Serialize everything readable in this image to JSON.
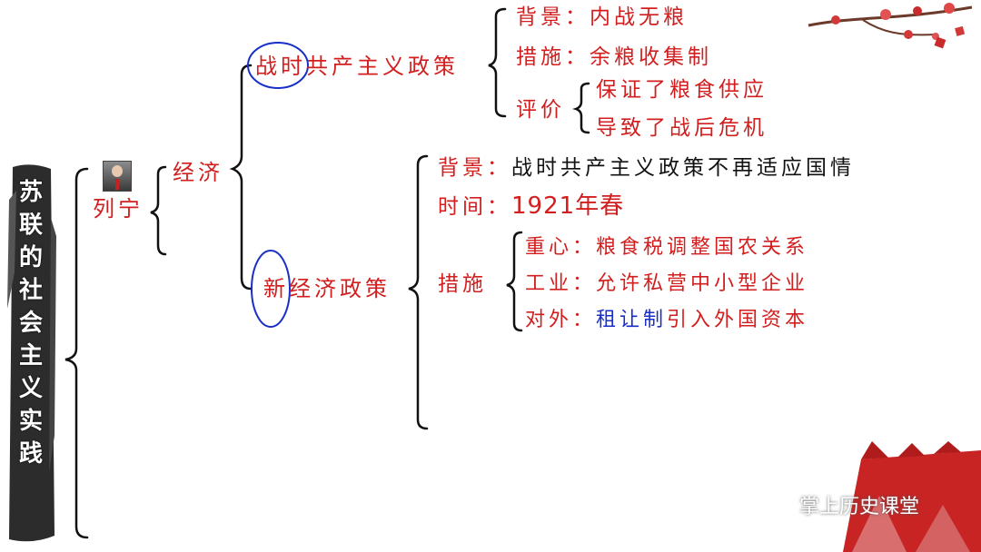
{
  "banner": {
    "chars": [
      "苏",
      "联",
      "的",
      "社",
      "会",
      "主",
      "义",
      "实",
      "践"
    ]
  },
  "root": {
    "label": "列宁"
  },
  "economy": {
    "label": "经济"
  },
  "war_communism": {
    "label_prefix": "战时",
    "label_suffix": "共产主义政策",
    "background_label": "背景：",
    "background_value": "内战无粮",
    "measure_label": "措施：",
    "measure_value": "余粮收集制",
    "eval_label": "评价",
    "eval_items": [
      "保证了粮食供应",
      "导致了战后危机"
    ]
  },
  "nep": {
    "label_prefix": "新",
    "label_suffix": "经济政策",
    "background_label": "背景：",
    "background_value": "战时共产主义政策不再适应国情",
    "time_label": "时间：",
    "time_value": "1921年春",
    "measure_label": "措施",
    "measures": [
      {
        "label": "重心：",
        "value": "粮食税调整国农关系"
      },
      {
        "label": "工业：",
        "value": "允许私营中小型企业"
      },
      {
        "label": "对外：",
        "value_highlight": "租让制",
        "value_rest": "引入外国资本"
      }
    ]
  },
  "watermark": {
    "text": "掌上历史课堂"
  },
  "colors": {
    "accent_red": "#d21e1e",
    "highlight_blue": "#1a2fc8",
    "circle_blue": "#1a2fc8"
  }
}
